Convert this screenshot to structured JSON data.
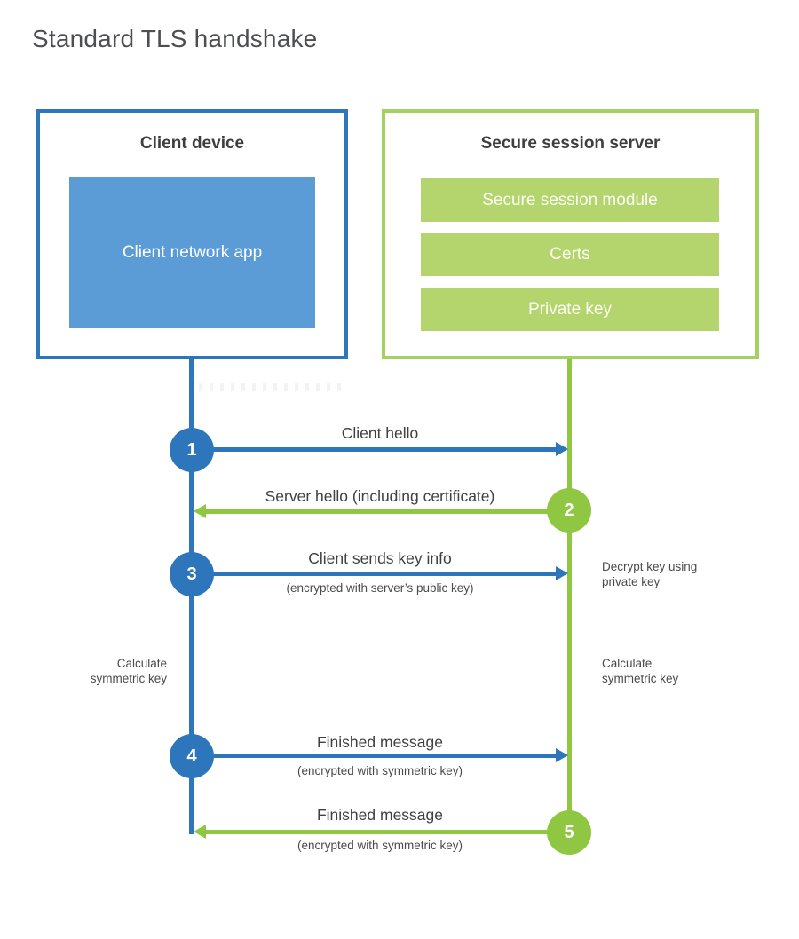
{
  "title": "Standard TLS handshake",
  "colors": {
    "blue": "#2e76bc",
    "blue_fill": "#5b9cd6",
    "green": "#8fc642",
    "green_border": "#a5d163",
    "green_fill": "#b4d56e"
  },
  "client_box": {
    "title": "Client device",
    "app_label": "Client network app"
  },
  "server_box": {
    "title": "Secure session server",
    "modules": [
      "Secure session module",
      "Certs",
      "Private key"
    ]
  },
  "steps": [
    {
      "number": "1",
      "label": "Client hello",
      "sublabel": ""
    },
    {
      "number": "2",
      "label": "Server hello (including certificate)",
      "sublabel": ""
    },
    {
      "number": "3",
      "label": "Client sends key info",
      "sublabel": "(encrypted with server’s public key)"
    },
    {
      "number": "4",
      "label": "Finished message",
      "sublabel": "(encrypted with symmetric key)"
    },
    {
      "number": "5",
      "label": "Finished message",
      "sublabel": "(encrypted with symmetric key)"
    }
  ],
  "annotations": {
    "decrypt_line1": "Decrypt key using",
    "decrypt_line2": "private key",
    "calc_left_line1": "Calculate",
    "calc_left_line2": "symmetric key",
    "calc_right_line1": "Calculate",
    "calc_right_line2": "symmetric key"
  }
}
